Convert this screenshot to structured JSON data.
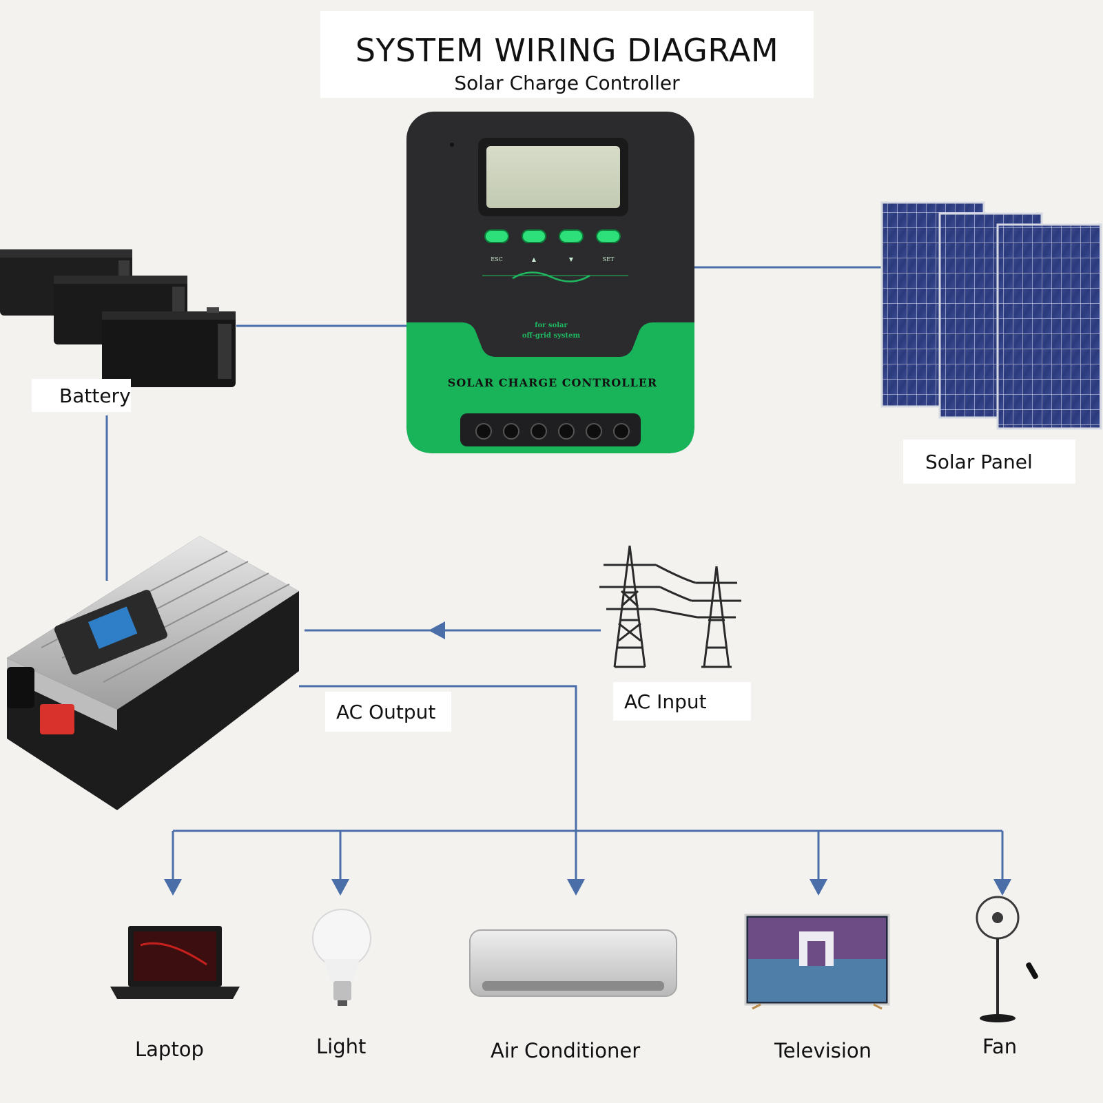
{
  "header": {
    "title": "SYSTEM WIRING DIAGRAM",
    "subtitle": "Solar Charge Controller"
  },
  "controller": {
    "brand_text": "SOLAR CHARGE CONTROLLER",
    "tagline_line1": "for solar",
    "tagline_line2": "off-grid system",
    "button_labels": [
      "ESC",
      "▲",
      "▼",
      "SET"
    ]
  },
  "labels": {
    "battery": "Battery",
    "solar_panel": "Solar Panel",
    "ac_input": "AC Input",
    "ac_output": "AC Output"
  },
  "loads": [
    {
      "label": "Laptop",
      "icon": "laptop-icon"
    },
    {
      "label": "Light",
      "icon": "light-bulb-icon"
    },
    {
      "label": "Air Conditioner",
      "icon": "air-conditioner-icon"
    },
    {
      "label": "Television",
      "icon": "television-icon"
    },
    {
      "label": "Fan",
      "icon": "fan-icon"
    }
  ],
  "colors": {
    "wire": "#4a6ea8",
    "controller_body": "#2b2b2d",
    "controller_accent": "#19b35a",
    "background": "#f3f2ef"
  }
}
